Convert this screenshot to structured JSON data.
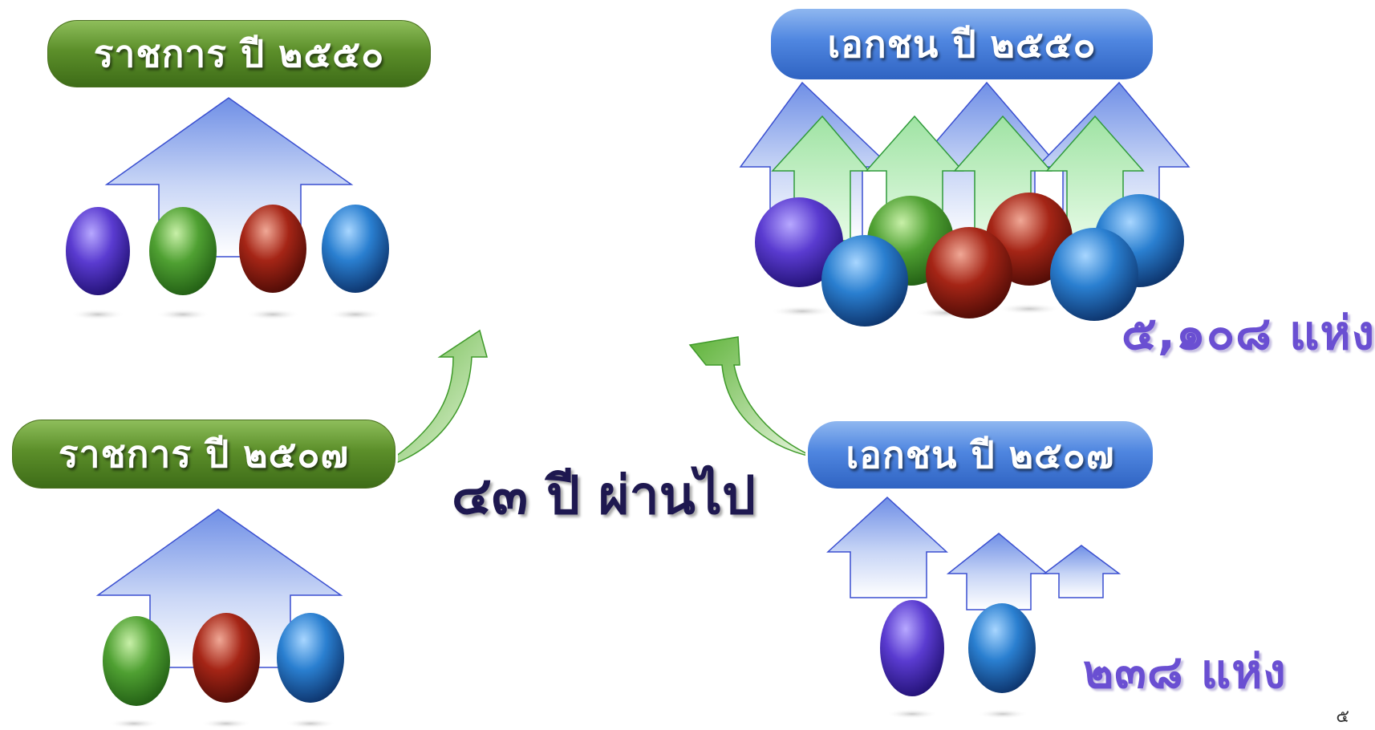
{
  "groups": {
    "gov_2550": {
      "label": "ราชการ  ปี ๒๕๕๐"
    },
    "private_2550": {
      "label": "เอกชน  ปี ๒๕๕๐",
      "count": "๕,๑๐๘ แห่ง"
    },
    "gov_2507": {
      "label": "ราชการ  ปี ๒๕๐๗"
    },
    "private_2507": {
      "label": "เอกชน ปี ๒๕๐๗",
      "count": "๒๓๘ แห่ง"
    }
  },
  "center_label": "๔๓ ปี ผ่านไป",
  "page_number": "๕",
  "colors": {
    "purple_sphere": "#4b2fb3",
    "green_sphere": "#3f8f2a",
    "red_sphere": "#8e1d12",
    "blue_sphere": "#1f6fb8",
    "green_pill": "#4f7f22",
    "blue_pill": "#4f86e0",
    "count_text": "#6a4fd2"
  }
}
